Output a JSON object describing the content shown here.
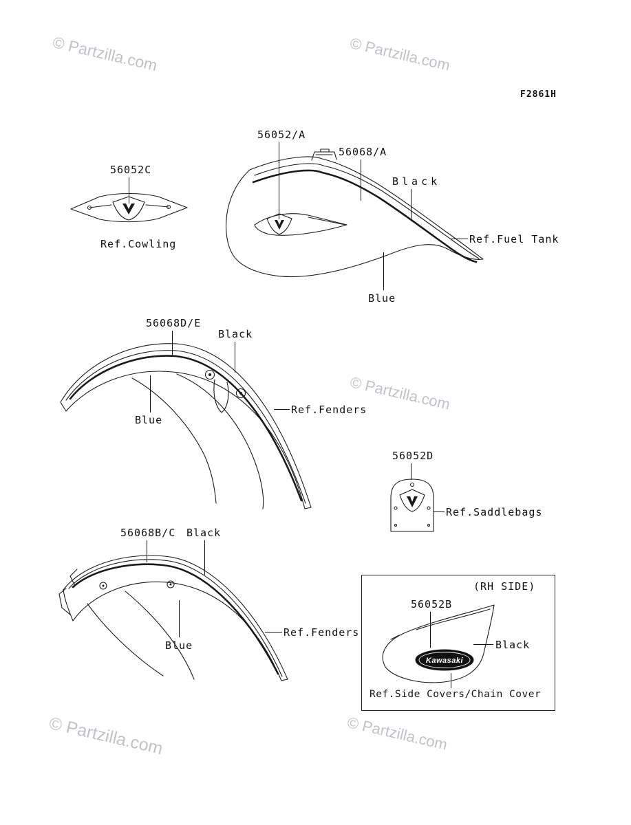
{
  "page": {
    "watermark": "© Partzilla.com",
    "figure_code": "F2861H"
  },
  "cowling": {
    "part": "56052C",
    "ref": "Ref.Cowling"
  },
  "fuel_tank": {
    "part_decal": "56052/A",
    "part_stripe": "56068/A",
    "color_black": "Black",
    "color_blue": "Blue",
    "ref": "Ref.Fuel Tank"
  },
  "front_fender": {
    "part": "56068D/E",
    "color_black": "Black",
    "color_blue": "Blue",
    "ref": "Ref.Fenders"
  },
  "saddlebags": {
    "part": "56052D",
    "ref": "Ref.Saddlebags"
  },
  "rear_fender": {
    "part": "56068B/C",
    "color_black": "Black",
    "color_blue": "Blue",
    "ref": "Ref.Fenders"
  },
  "side_cover": {
    "side_note": "(RH SIDE)",
    "part": "56052B",
    "color_black": "Black",
    "badge_text": "Kawasaki",
    "ref": "Ref.Side Covers/Chain Cover"
  }
}
